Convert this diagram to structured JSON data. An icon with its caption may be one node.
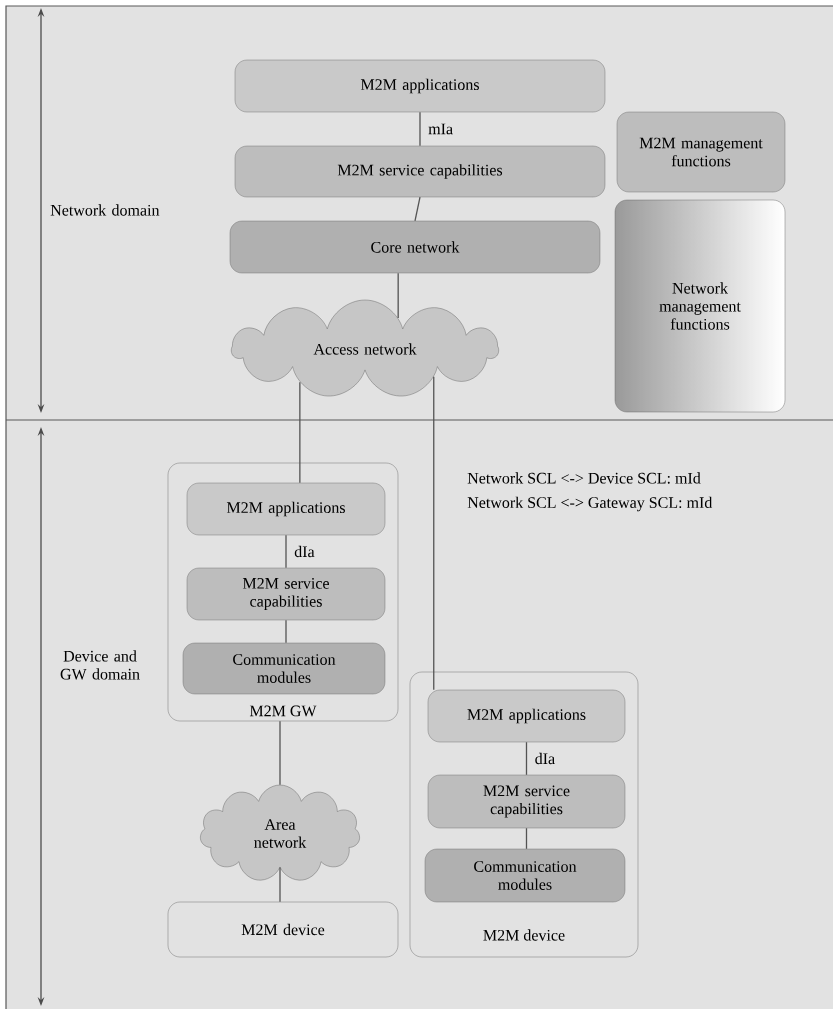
{
  "diagram": {
    "nodes": [
      {
        "text": [
          "M2M applications"
        ]
      },
      {
        "text": [
          "M2M service capabilities"
        ]
      },
      {
        "text": [
          "Core network"
        ]
      },
      {
        "text": [
          "Access network"
        ]
      },
      {
        "text": [
          "M2M management functions"
        ]
      },
      {
        "text": [
          "Network management functions"
        ]
      },
      {
        "text": [
          "M2M GW"
        ]
      },
      {
        "text": [
          "M2M applications"
        ],
        "in": 6
      },
      {
        "text": [
          "M2M service capabilities"
        ],
        "in": 6
      },
      {
        "text": [
          "Communication modules"
        ],
        "in": 6
      },
      {
        "text": [
          "Area network"
        ]
      },
      {
        "text": [
          "M2M device"
        ]
      },
      {
        "text": [
          "M2M device"
        ]
      },
      {
        "text": [
          "M2M applications"
        ],
        "in": 12
      },
      {
        "text": [
          "M2M service capabilities"
        ],
        "in": 12
      },
      {
        "text": [
          "Communication modules"
        ],
        "in": 12
      }
    ],
    "edges": [
      {
        "from": 0,
        "to": 1,
        "arrow": "none",
        "label": "mIa"
      },
      {
        "from": 1,
        "to": 2,
        "arrow": "none"
      },
      {
        "from": 2,
        "to": 3,
        "arrow": "none"
      },
      {
        "from": 3,
        "to": 7,
        "arrow": "none"
      },
      {
        "from": 3,
        "to": 13,
        "arrow": "none"
      },
      {
        "from": 7,
        "to": 8,
        "arrow": "none",
        "label": "dIa"
      },
      {
        "from": 8,
        "to": 9,
        "arrow": "none"
      },
      {
        "from": 6,
        "to": 10,
        "arrow": "none"
      },
      {
        "from": 10,
        "to": 11,
        "arrow": "none"
      },
      {
        "from": 13,
        "to": 14,
        "arrow": "none",
        "label": "dIa"
      },
      {
        "from": 14,
        "to": 15,
        "arrow": "none"
      }
    ],
    "labels": [
      "Network domain",
      "Device and GW domain",
      "Network SCL <-> Device SCL: mId",
      "Network SCL <-> Gateway SCL: mId"
    ]
  }
}
